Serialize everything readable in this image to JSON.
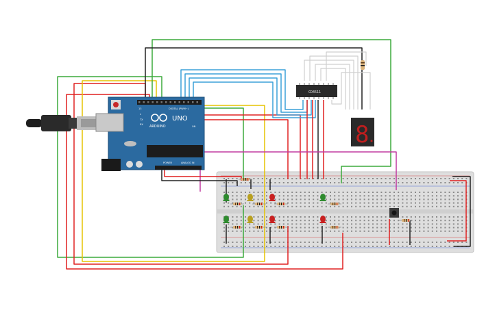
{
  "arduino": {
    "brand": "ARDUINO",
    "model": "UNO",
    "digital_label": "DIGITAL (PWM~)",
    "power_label": "POWER",
    "analog_label": "ANALOG IN",
    "pin_13": "13",
    "pin_l": "L",
    "pin_tx": "TX",
    "pin_rx": "RX",
    "on_label": "ON"
  },
  "decoder_ic": {
    "label": "CD4511"
  },
  "seven_segment": {
    "digit": "8"
  },
  "colors": {
    "board": "#2b6aa0",
    "breadboard": "#dcdcdc",
    "wire_red": "#e02020",
    "wire_green": "#3caa3c",
    "wire_yellow": "#e6c400",
    "wire_blue": "#3aa0d8",
    "wire_black": "#222222",
    "wire_white": "#cfcfcf",
    "wire_magenta": "#c03aa0",
    "led_green": "#2e8b2e",
    "led_yellow": "#b8a020",
    "led_red": "#c82020"
  },
  "components": {
    "leds": [
      "green",
      "yellow",
      "red",
      "green",
      "green",
      "yellow",
      "red",
      "red"
    ],
    "resistors": 10,
    "push_buttons": 1
  }
}
